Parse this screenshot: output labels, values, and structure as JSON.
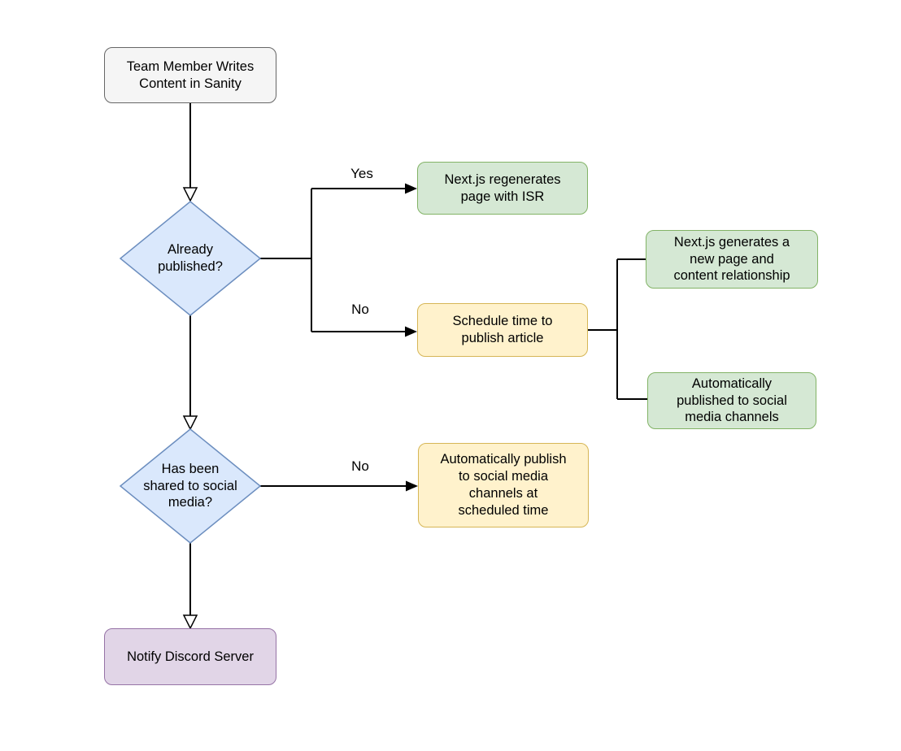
{
  "diagram": {
    "type": "flowchart",
    "nodes": {
      "start": {
        "label": "Team Member Writes\nContent in Sanity",
        "shape": "rounded-rect",
        "role": "start"
      },
      "already_published": {
        "label": "Already\npublished?",
        "shape": "diamond",
        "role": "decision"
      },
      "isr_regenerate": {
        "label": "Next.js regenerates\npage with ISR",
        "shape": "rounded-rect",
        "role": "outcome"
      },
      "schedule_publish": {
        "label": "Schedule time to\npublish article",
        "shape": "rounded-rect",
        "role": "action"
      },
      "generate_page": {
        "label": "Next.js generates a\nnew page and\ncontent relationship",
        "shape": "rounded-rect",
        "role": "outcome"
      },
      "auto_published_social": {
        "label": "Automatically\npublished to social\nmedia channels",
        "shape": "rounded-rect",
        "role": "outcome"
      },
      "shared_social": {
        "label": "Has been\nshared to social\nmedia?",
        "shape": "diamond",
        "role": "decision"
      },
      "auto_publish_sched": {
        "label": "Automatically publish\nto social media\nchannels at\nscheduled time",
        "shape": "rounded-rect",
        "role": "action"
      },
      "notify_discord": {
        "label": "Notify Discord Server",
        "shape": "rounded-rect",
        "role": "end"
      }
    },
    "edges": [
      {
        "from": "start",
        "to": "already_published",
        "label": "",
        "arrowhead": "hollow"
      },
      {
        "from": "already_published",
        "to": "isr_regenerate",
        "label": "Yes",
        "arrowhead": "solid"
      },
      {
        "from": "already_published",
        "to": "schedule_publish",
        "label": "No",
        "arrowhead": "solid"
      },
      {
        "from": "schedule_publish",
        "to": "generate_page",
        "label": "",
        "arrowhead": "none"
      },
      {
        "from": "schedule_publish",
        "to": "auto_published_social",
        "label": "",
        "arrowhead": "none"
      },
      {
        "from": "already_published",
        "to": "shared_social",
        "label": "",
        "arrowhead": "hollow"
      },
      {
        "from": "shared_social",
        "to": "auto_publish_sched",
        "label": "No",
        "arrowhead": "solid"
      },
      {
        "from": "shared_social",
        "to": "notify_discord",
        "label": "",
        "arrowhead": "hollow"
      }
    ],
    "colors": {
      "start_fill": "#f5f5f5",
      "start_stroke": "#666666",
      "decision_fill": "#dae8fc",
      "decision_stroke": "#6c8ebf",
      "success_fill": "#d5e8d4",
      "success_stroke": "#82b366",
      "warning_fill": "#fff2cc",
      "warning_stroke": "#d6b656",
      "notify_fill": "#e1d5e7",
      "notify_stroke": "#9673a6",
      "line": "#000000"
    }
  }
}
